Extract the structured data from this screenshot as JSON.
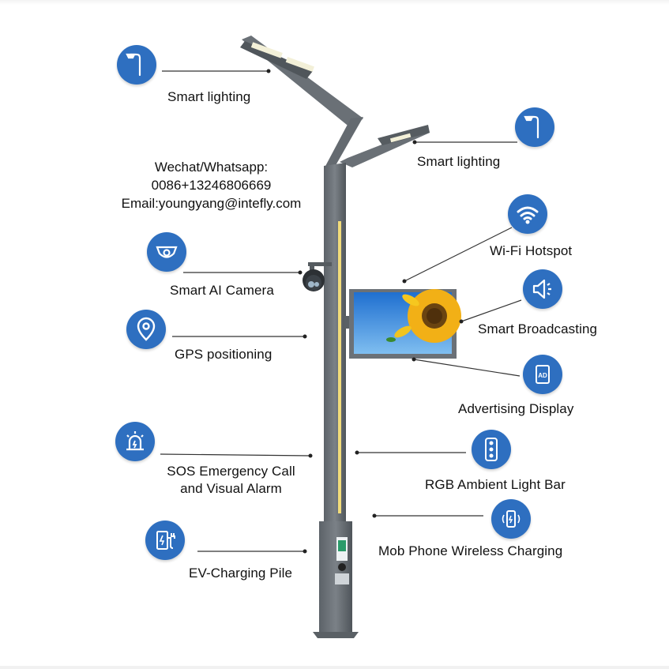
{
  "contact": {
    "line1": "Wechat/Whatsapp:",
    "line2": "0086+13246806669",
    "line3": "Email:youngyang@intefly.com"
  },
  "features": {
    "smart_lighting_top": "Smart lighting",
    "smart_lighting_right": "Smart lighting",
    "wifi_hotspot": "Wi-Fi Hotspot",
    "smart_ai_camera": "Smart AI Camera",
    "smart_broadcasting": "Smart Broadcasting",
    "gps_positioning": "GPS positioning",
    "advertising_display": "Advertising Display",
    "sos_line1": "SOS Emergency Call",
    "sos_line2": "and Visual Alarm",
    "rgb_light_bar": "RGB Ambient Light Bar",
    "wireless_charging": "Mob Phone Wireless Charging",
    "ev_charging": "EV-Charging Pile"
  },
  "icons": {
    "lamp": "street-lamp-icon",
    "wifi": "wifi-icon",
    "camera": "dome-camera-icon",
    "speaker": "speaker-icon",
    "gps": "location-pin-icon",
    "ad": "ad-display-icon",
    "sos": "alarm-beacon-icon",
    "rgb": "traffic-light-icon",
    "phone": "wireless-phone-icon",
    "ev": "ev-charger-icon",
    "ad_text": "AD"
  },
  "colors": {
    "accent": "#2e6fc0",
    "pole": "#6f757b",
    "light_strip": "#f2dc7a",
    "sky": "#3a8ad8",
    "sunflower": "#f5c21a"
  }
}
